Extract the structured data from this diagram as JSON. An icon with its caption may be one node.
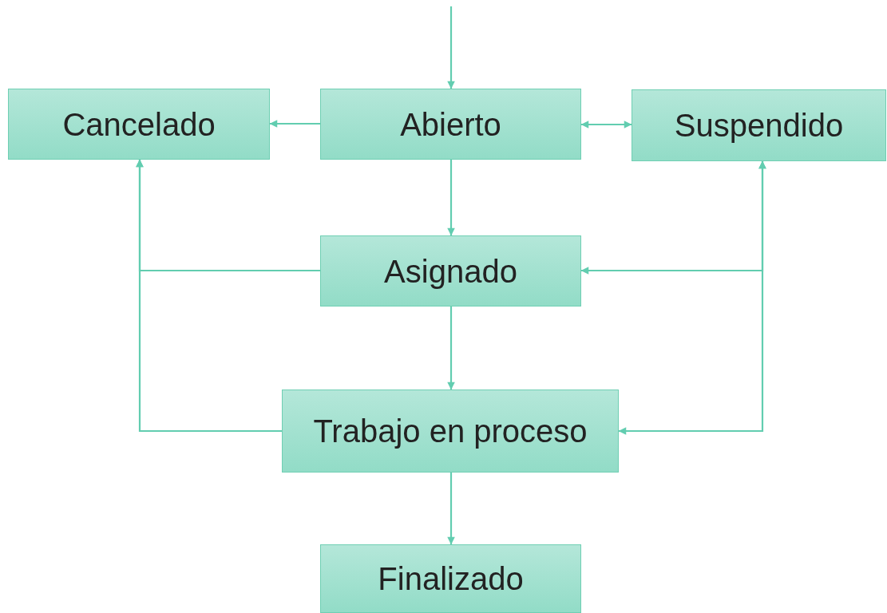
{
  "diagram": {
    "nodes": [
      {
        "text": [
          "Cancelado"
        ]
      },
      {
        "text": [
          "Abierto"
        ]
      },
      {
        "text": [
          "Suspendido"
        ]
      },
      {
        "text": [
          "Asignado"
        ]
      },
      {
        "text": [
          "Trabajo en proceso"
        ]
      },
      {
        "text": [
          "Finalizado"
        ]
      }
    ],
    "edges": [
      {
        "from": null,
        "to": 1,
        "arrow": "to"
      },
      {
        "from": 1,
        "to": 0,
        "arrow": "to"
      },
      {
        "from": 1,
        "to": 2,
        "arrow": "both"
      },
      {
        "from": 1,
        "to": 3,
        "arrow": "to"
      },
      {
        "from": 3,
        "to": 0,
        "arrow": "to"
      },
      {
        "from": 4,
        "to": 0,
        "arrow": "to"
      },
      {
        "from": 3,
        "to": 2,
        "arrow": "both"
      },
      {
        "from": 4,
        "to": 2,
        "arrow": "both"
      },
      {
        "from": 3,
        "to": 4,
        "arrow": "to"
      },
      {
        "from": 4,
        "to": 5,
        "arrow": "to"
      }
    ]
  }
}
